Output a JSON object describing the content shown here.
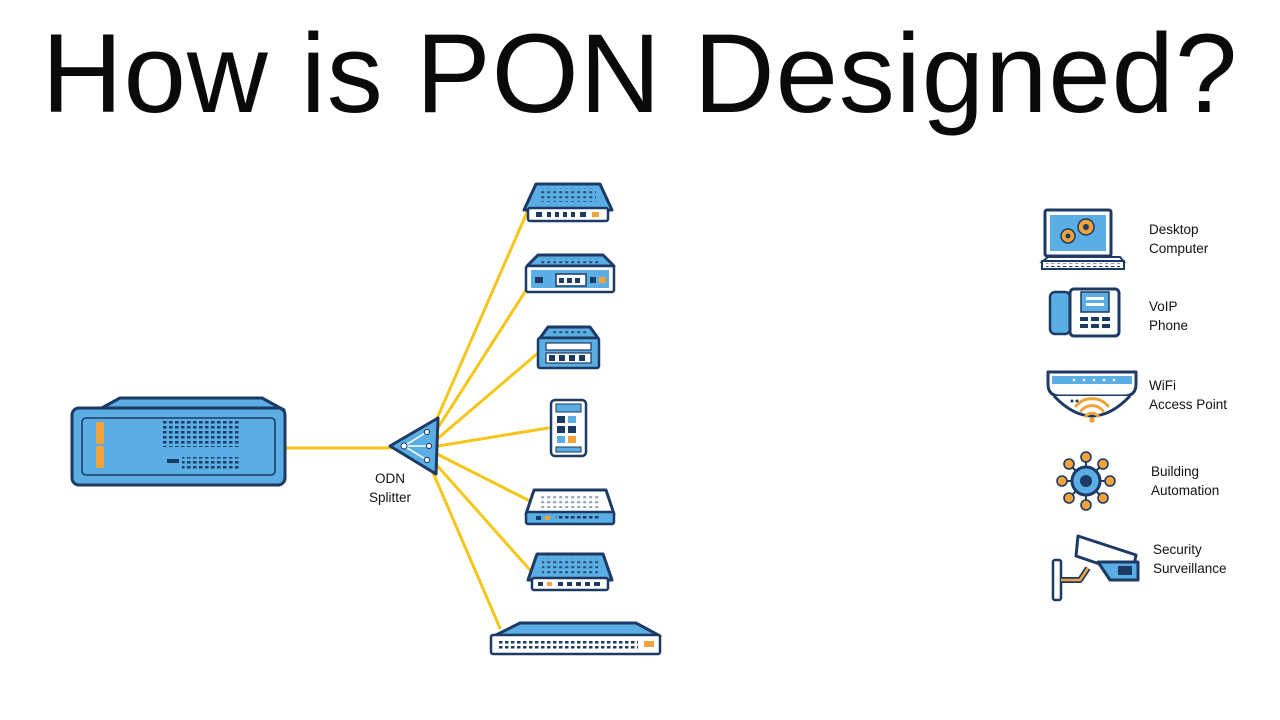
{
  "title": "How is PON Designed?",
  "splitter": {
    "line1": "ODN",
    "line2": "Splitter"
  },
  "colors": {
    "fiber": "#f5c518",
    "device_fill": "#5aaee3",
    "device_dark": "#1c3a64",
    "accent_orange": "#f0a33b"
  },
  "endpoints": [
    {
      "line1": "Desktop",
      "line2": "Computer",
      "icon": "desktop-computer-icon"
    },
    {
      "line1": "VoIP",
      "line2": "Phone",
      "icon": "voip-phone-icon"
    },
    {
      "line1": "WiFi",
      "line2": "Access Point",
      "icon": "wifi-access-point-icon"
    },
    {
      "line1": "Building",
      "line2": "Automation",
      "icon": "building-automation-icon"
    },
    {
      "line1": "Security",
      "line2": "Surveillance",
      "icon": "security-camera-icon"
    }
  ]
}
